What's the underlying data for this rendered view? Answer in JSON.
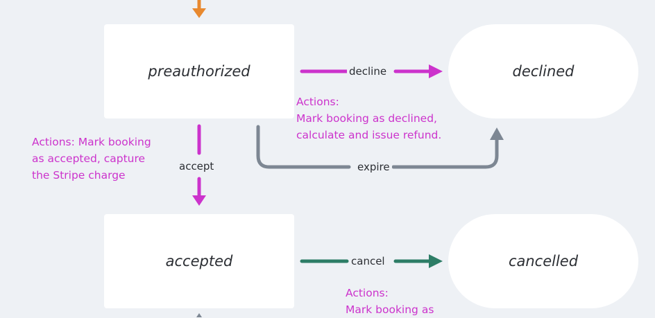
{
  "states": {
    "preauthorized": "preauthorized",
    "declined": "declined",
    "accepted": "accepted",
    "cancelled": "cancelled"
  },
  "transitions": {
    "decline": "decline",
    "expire": "expire",
    "accept": "accept",
    "cancel": "cancel"
  },
  "notes": {
    "decline_actions": "Actions:\nMark booking as declined,\ncalculate and issue refund.",
    "accept_actions": "Actions: Mark booking\nas accepted, capture\nthe Stripe charge",
    "cancel_actions": "Actions:\nMark booking as"
  },
  "colors": {
    "background": "#eef1f5",
    "incoming": "#e8892f",
    "decline": "#cc33cc",
    "accept": "#cc33cc",
    "expire": "#7d8793",
    "cancel": "#2d7d66",
    "action_text": "#cc33cc"
  }
}
